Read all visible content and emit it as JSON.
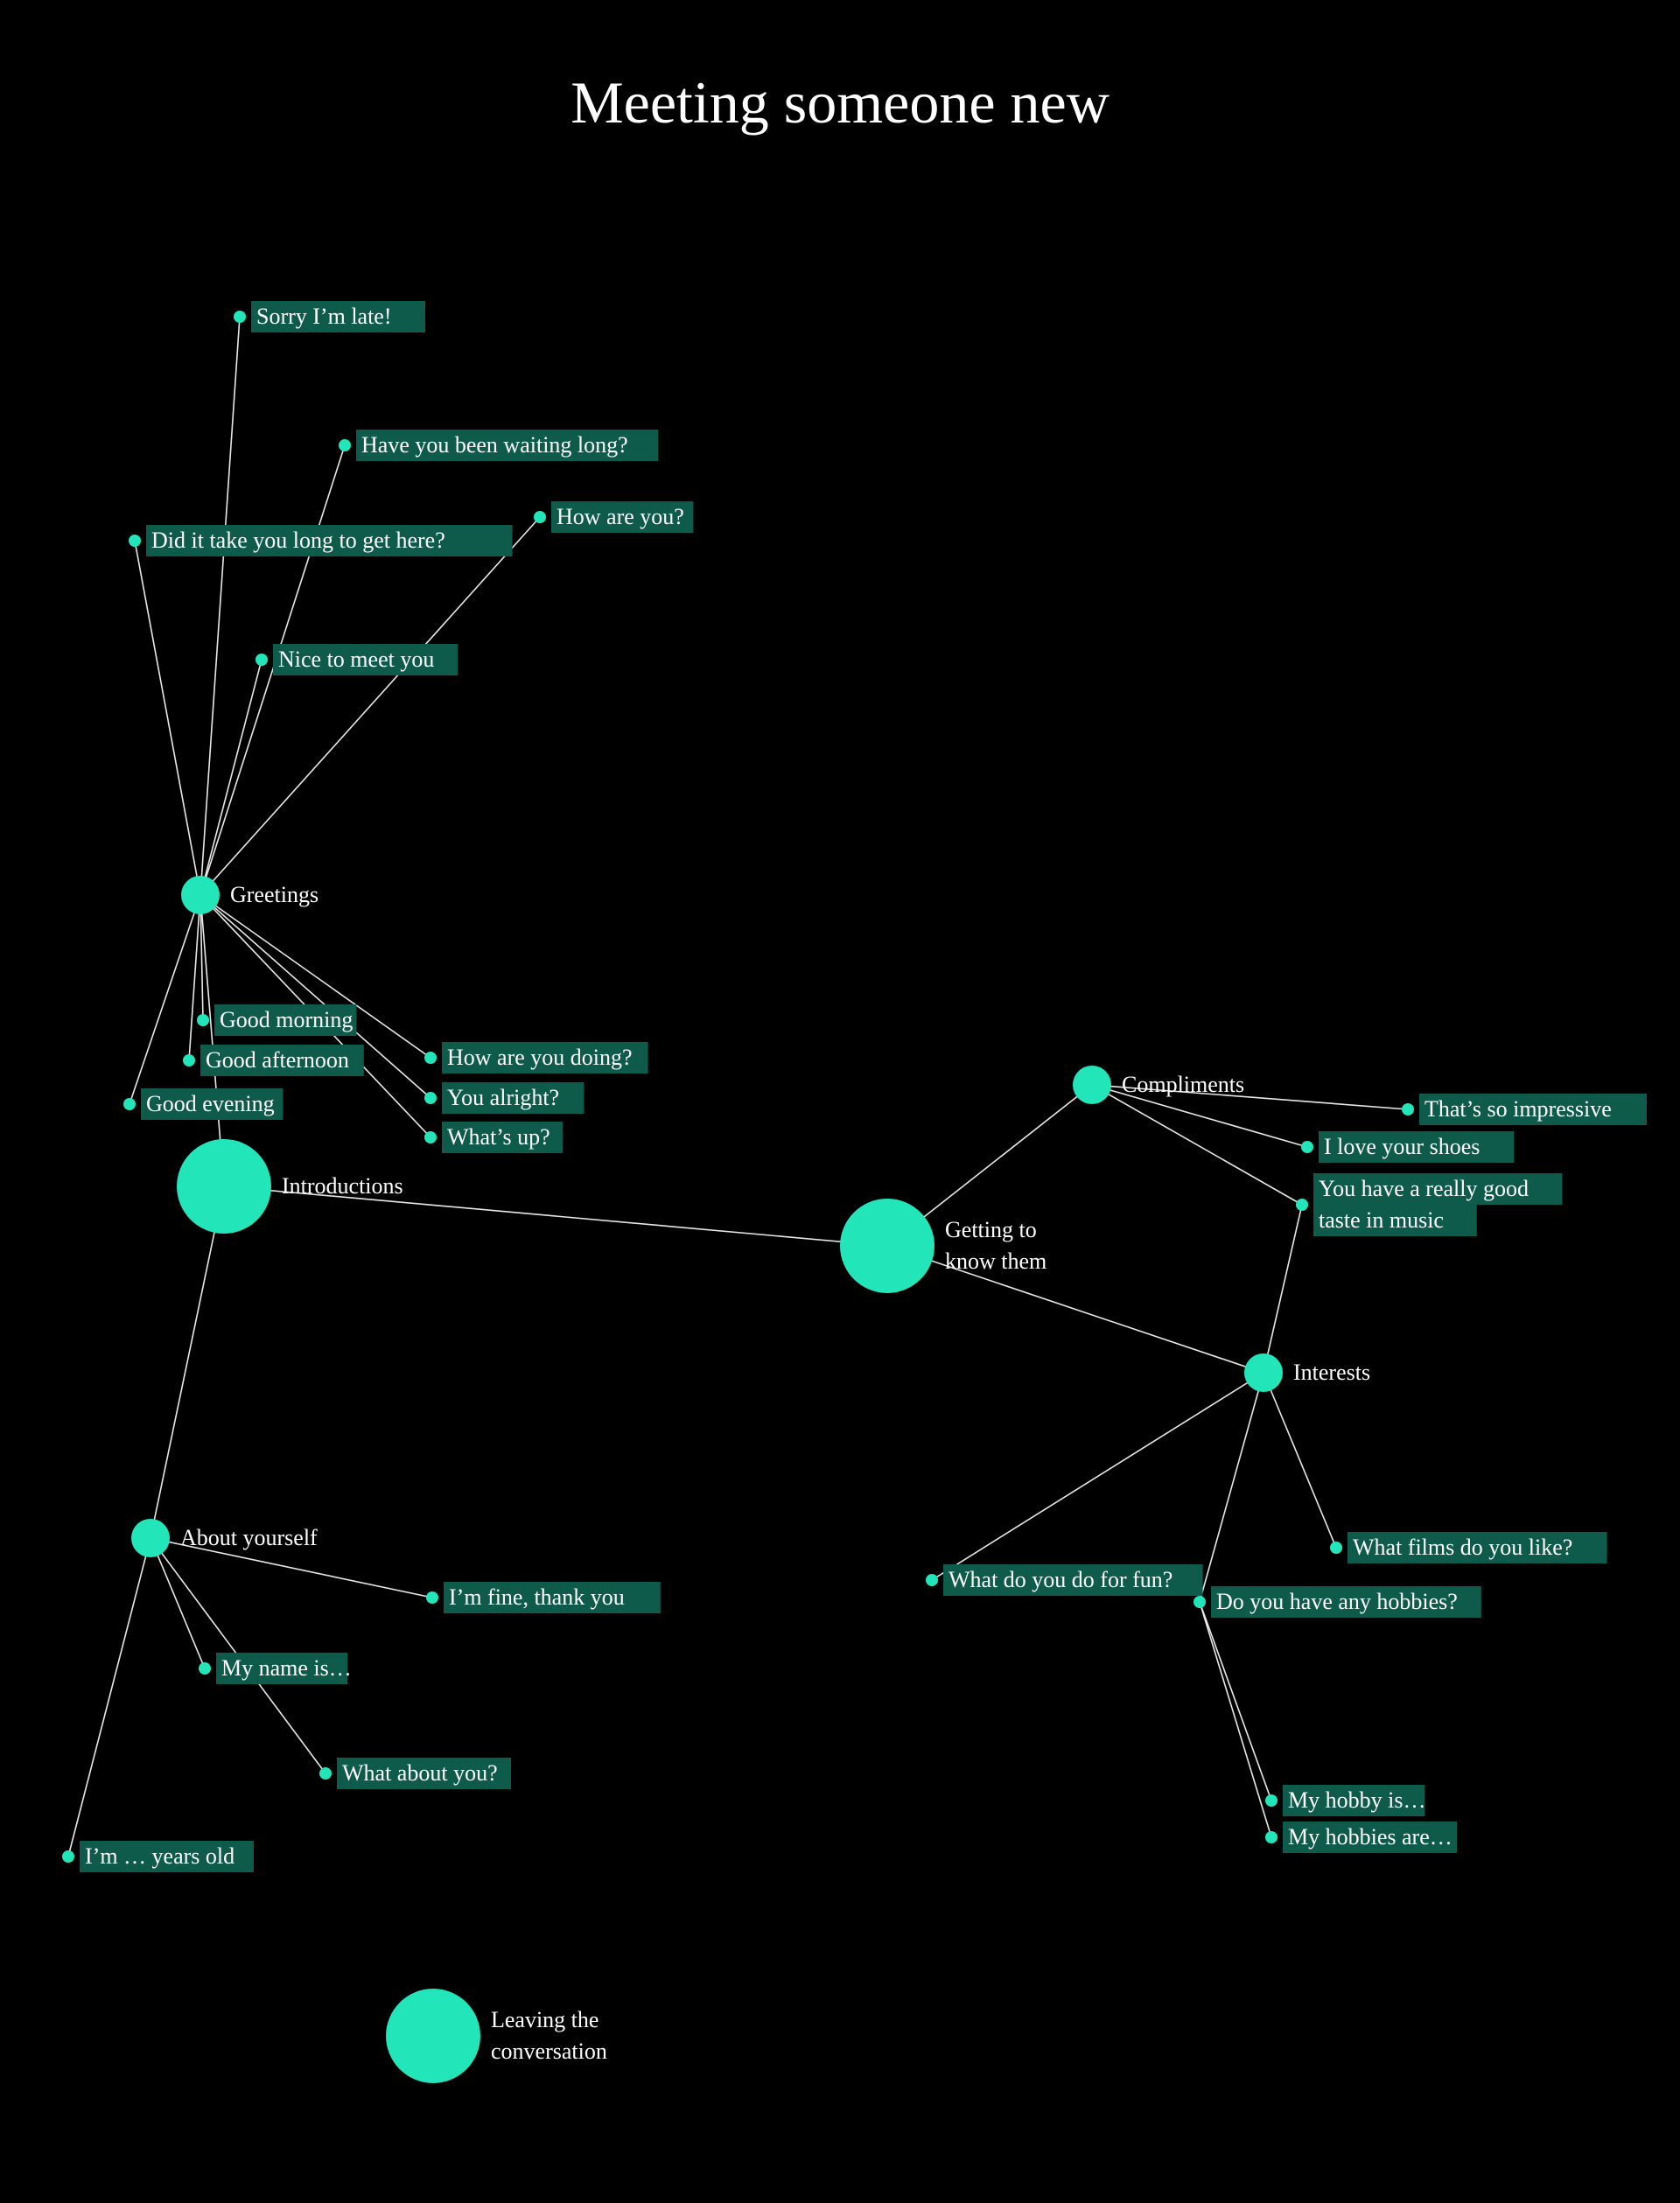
{
  "title": "Meeting someone new",
  "colors": {
    "background": "#000000",
    "node": "#22e5b9",
    "label_background": "#0e5b4b",
    "edge": "#e8e8e8",
    "text": "#ffffff"
  },
  "nodes": [
    {
      "id": "greetings",
      "kind": "hub",
      "label": [
        "Greetings"
      ]
    },
    {
      "id": "introductions",
      "kind": "hub",
      "label": [
        "Introductions"
      ]
    },
    {
      "id": "getting-to-know",
      "kind": "hub",
      "label": [
        "Getting to",
        "know them"
      ]
    },
    {
      "id": "compliments",
      "kind": "hub",
      "label": [
        "Compliments"
      ]
    },
    {
      "id": "interests",
      "kind": "hub",
      "label": [
        "Interests"
      ]
    },
    {
      "id": "about-yourself",
      "kind": "hub",
      "label": [
        "About yourself"
      ]
    },
    {
      "id": "leaving",
      "kind": "hub",
      "label": [
        "Leaving the",
        "conversation"
      ]
    },
    {
      "id": "sorry-late",
      "kind": "leaf",
      "label": [
        "Sorry I’m late!"
      ]
    },
    {
      "id": "waiting-long",
      "kind": "leaf",
      "label": [
        "Have you been waiting long?"
      ]
    },
    {
      "id": "how-are-you",
      "kind": "leaf",
      "label": [
        "How are you?"
      ]
    },
    {
      "id": "take-long",
      "kind": "leaf",
      "label": [
        "Did it take you long to get here?"
      ]
    },
    {
      "id": "nice-to-meet",
      "kind": "leaf",
      "label": [
        "Nice to meet you"
      ]
    },
    {
      "id": "good-morning",
      "kind": "leaf",
      "label": [
        "Good morning"
      ]
    },
    {
      "id": "good-afternoon",
      "kind": "leaf",
      "label": [
        "Good afternoon"
      ]
    },
    {
      "id": "good-evening",
      "kind": "leaf",
      "label": [
        "Good evening"
      ]
    },
    {
      "id": "how-are-you-doing",
      "kind": "leaf",
      "label": [
        "How are you doing?"
      ]
    },
    {
      "id": "you-alright",
      "kind": "leaf",
      "label": [
        "You alright?"
      ]
    },
    {
      "id": "whats-up",
      "kind": "leaf",
      "label": [
        "What’s up?"
      ]
    },
    {
      "id": "so-impressive",
      "kind": "leaf",
      "label": [
        "That’s so impressive"
      ]
    },
    {
      "id": "love-shoes",
      "kind": "leaf",
      "label": [
        "I love your shoes"
      ]
    },
    {
      "id": "taste-in-music",
      "kind": "leaf",
      "label": [
        "You have a really good",
        "taste in music"
      ]
    },
    {
      "id": "fun",
      "kind": "leaf",
      "label": [
        "What do you do for fun?"
      ]
    },
    {
      "id": "films",
      "kind": "leaf",
      "label": [
        "What films do you like?"
      ]
    },
    {
      "id": "any-hobbies",
      "kind": "leaf",
      "label": [
        "Do you have any hobbies?"
      ]
    },
    {
      "id": "hobby-is",
      "kind": "leaf",
      "label": [
        "My hobby is…"
      ]
    },
    {
      "id": "hobbies-are",
      "kind": "leaf",
      "label": [
        "My hobbies are…"
      ]
    },
    {
      "id": "fine-thanks",
      "kind": "leaf",
      "label": [
        "I’m fine, thank you"
      ]
    },
    {
      "id": "name-is",
      "kind": "leaf",
      "label": [
        "My name is…"
      ]
    },
    {
      "id": "what-about-you",
      "kind": "leaf",
      "label": [
        "What about you?"
      ]
    },
    {
      "id": "years-old",
      "kind": "leaf",
      "label": [
        "I’m … years old"
      ]
    }
  ],
  "edges": [
    [
      "greetings",
      "sorry-late"
    ],
    [
      "greetings",
      "waiting-long"
    ],
    [
      "greetings",
      "how-are-you"
    ],
    [
      "greetings",
      "take-long"
    ],
    [
      "greetings",
      "nice-to-meet"
    ],
    [
      "greetings",
      "good-morning"
    ],
    [
      "greetings",
      "good-afternoon"
    ],
    [
      "greetings",
      "good-evening"
    ],
    [
      "greetings",
      "how-are-you-doing"
    ],
    [
      "greetings",
      "you-alright"
    ],
    [
      "greetings",
      "whats-up"
    ],
    [
      "greetings",
      "introductions"
    ],
    [
      "introductions",
      "getting-to-know"
    ],
    [
      "introductions",
      "about-yourself"
    ],
    [
      "getting-to-know",
      "compliments"
    ],
    [
      "getting-to-know",
      "interests"
    ],
    [
      "compliments",
      "so-impressive"
    ],
    [
      "compliments",
      "love-shoes"
    ],
    [
      "compliments",
      "taste-in-music"
    ],
    [
      "interests",
      "taste-in-music"
    ],
    [
      "interests",
      "fun"
    ],
    [
      "interests",
      "films"
    ],
    [
      "interests",
      "any-hobbies"
    ],
    [
      "any-hobbies",
      "hobby-is"
    ],
    [
      "any-hobbies",
      "hobbies-are"
    ],
    [
      "about-yourself",
      "fine-thanks"
    ],
    [
      "about-yourself",
      "name-is"
    ],
    [
      "about-yourself",
      "what-about-you"
    ],
    [
      "about-yourself",
      "years-old"
    ]
  ]
}
